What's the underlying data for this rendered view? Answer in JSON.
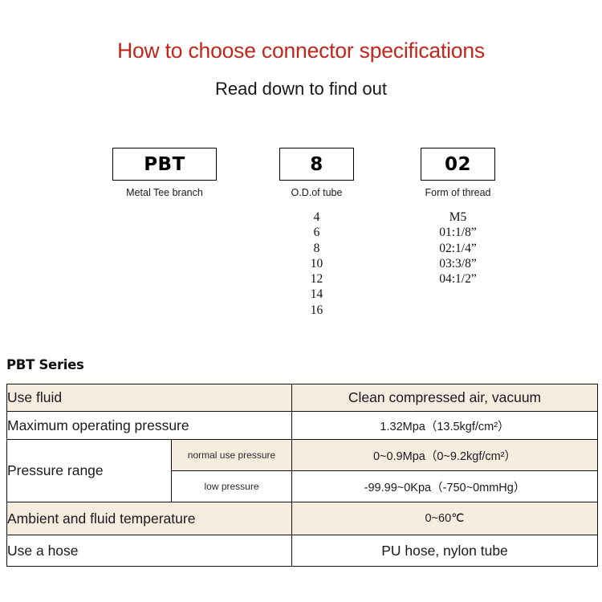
{
  "header": {
    "title": "How to choose connector specifications",
    "subtitle": "Read down to find out"
  },
  "code_breakdown": {
    "columns": [
      {
        "key": "series",
        "box_value": "PBT",
        "caption": "Metal Tee branch",
        "options": []
      },
      {
        "key": "tube",
        "box_value": "8",
        "caption": "O.D.of tube",
        "options": [
          "4",
          "6",
          "8",
          "10",
          "12",
          "14",
          "16"
        ]
      },
      {
        "key": "thread",
        "box_value": "02",
        "caption": "Form of thread",
        "options": [
          "M5",
          "01:1/8”",
          "02:1/4”",
          "03:3/8”",
          "04:1/2”"
        ]
      }
    ]
  },
  "series_section": {
    "heading": "PBT Series",
    "table": {
      "rows": [
        {
          "label": "Use fluid",
          "sublabel": null,
          "value": "Clean compressed air, vacuum",
          "value_size": "large",
          "shade": "beige"
        },
        {
          "label": "Maximum operating pressure",
          "sublabel": null,
          "value": "1.32Mpa（13.5kgf/cm²）",
          "value_size": "small",
          "shade": "white"
        },
        {
          "label": "Pressure range",
          "sublabel": "normal use pressure",
          "value": "0~0.9Mpa（0~9.2kgf/cm²）",
          "value_size": "small",
          "shade": "beige"
        },
        {
          "label": "",
          "sublabel": "low pressure",
          "value": "-99.99~0Kpa（-750~0mmHg）",
          "value_size": "small",
          "shade": "white"
        },
        {
          "label": "Ambient and fluid temperature",
          "sublabel": null,
          "value": "0~60℃",
          "value_size": "small",
          "shade": "beige"
        },
        {
          "label": "Use a hose",
          "sublabel": null,
          "value": "PU hose, nylon tube",
          "value_size": "large",
          "shade": "white"
        }
      ]
    }
  },
  "colors": {
    "title_red": "#c0271c",
    "row_beige": "#f6ece0",
    "border": "#111111",
    "text": "#1a1a1a"
  }
}
